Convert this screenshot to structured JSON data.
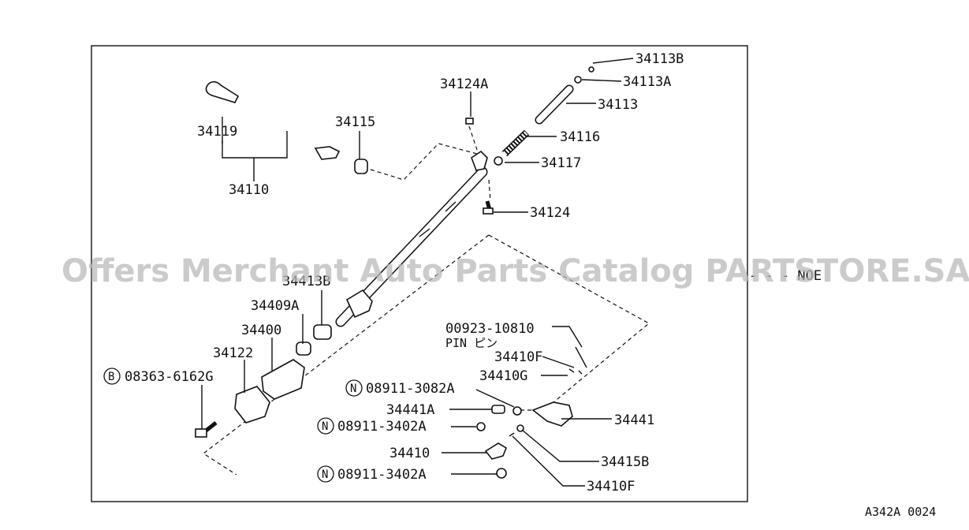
{
  "parts": {
    "p34113B": "34113B",
    "p34113A": "34113A",
    "p34113": "34113",
    "p34124A": "34124A",
    "p34116": "34116",
    "p34117": "34117",
    "p34115": "34115",
    "p34119": "34119",
    "p34110": "34110",
    "p34124": "34124",
    "p34413B": "34413B",
    "p34409A": "34409A",
    "p34400": "34400",
    "p34122": "34122",
    "p08363": "08363-6162G",
    "p00923": "00923-10810",
    "pin": "PIN ピン",
    "p34410F_a": "34410F",
    "p34410G": "34410G",
    "p08911_3082A": "08911-3082A",
    "p34441A": "34441A",
    "p34441": "34441",
    "p08911_3402A_a": "08911-3402A",
    "p34410": "34410",
    "p34415B": "34415B",
    "p08911_3402A_b": "08911-3402A",
    "p34410F_b": "34410F"
  },
  "badges": {
    "b": "B",
    "n1": "N",
    "n2": "N",
    "n3": "N"
  },
  "watermark": "Offers Merchant Auto Parts Catalog PARTSTORE.SA",
  "fragment": "- - - NOE",
  "figure_code": "A342A 0024"
}
